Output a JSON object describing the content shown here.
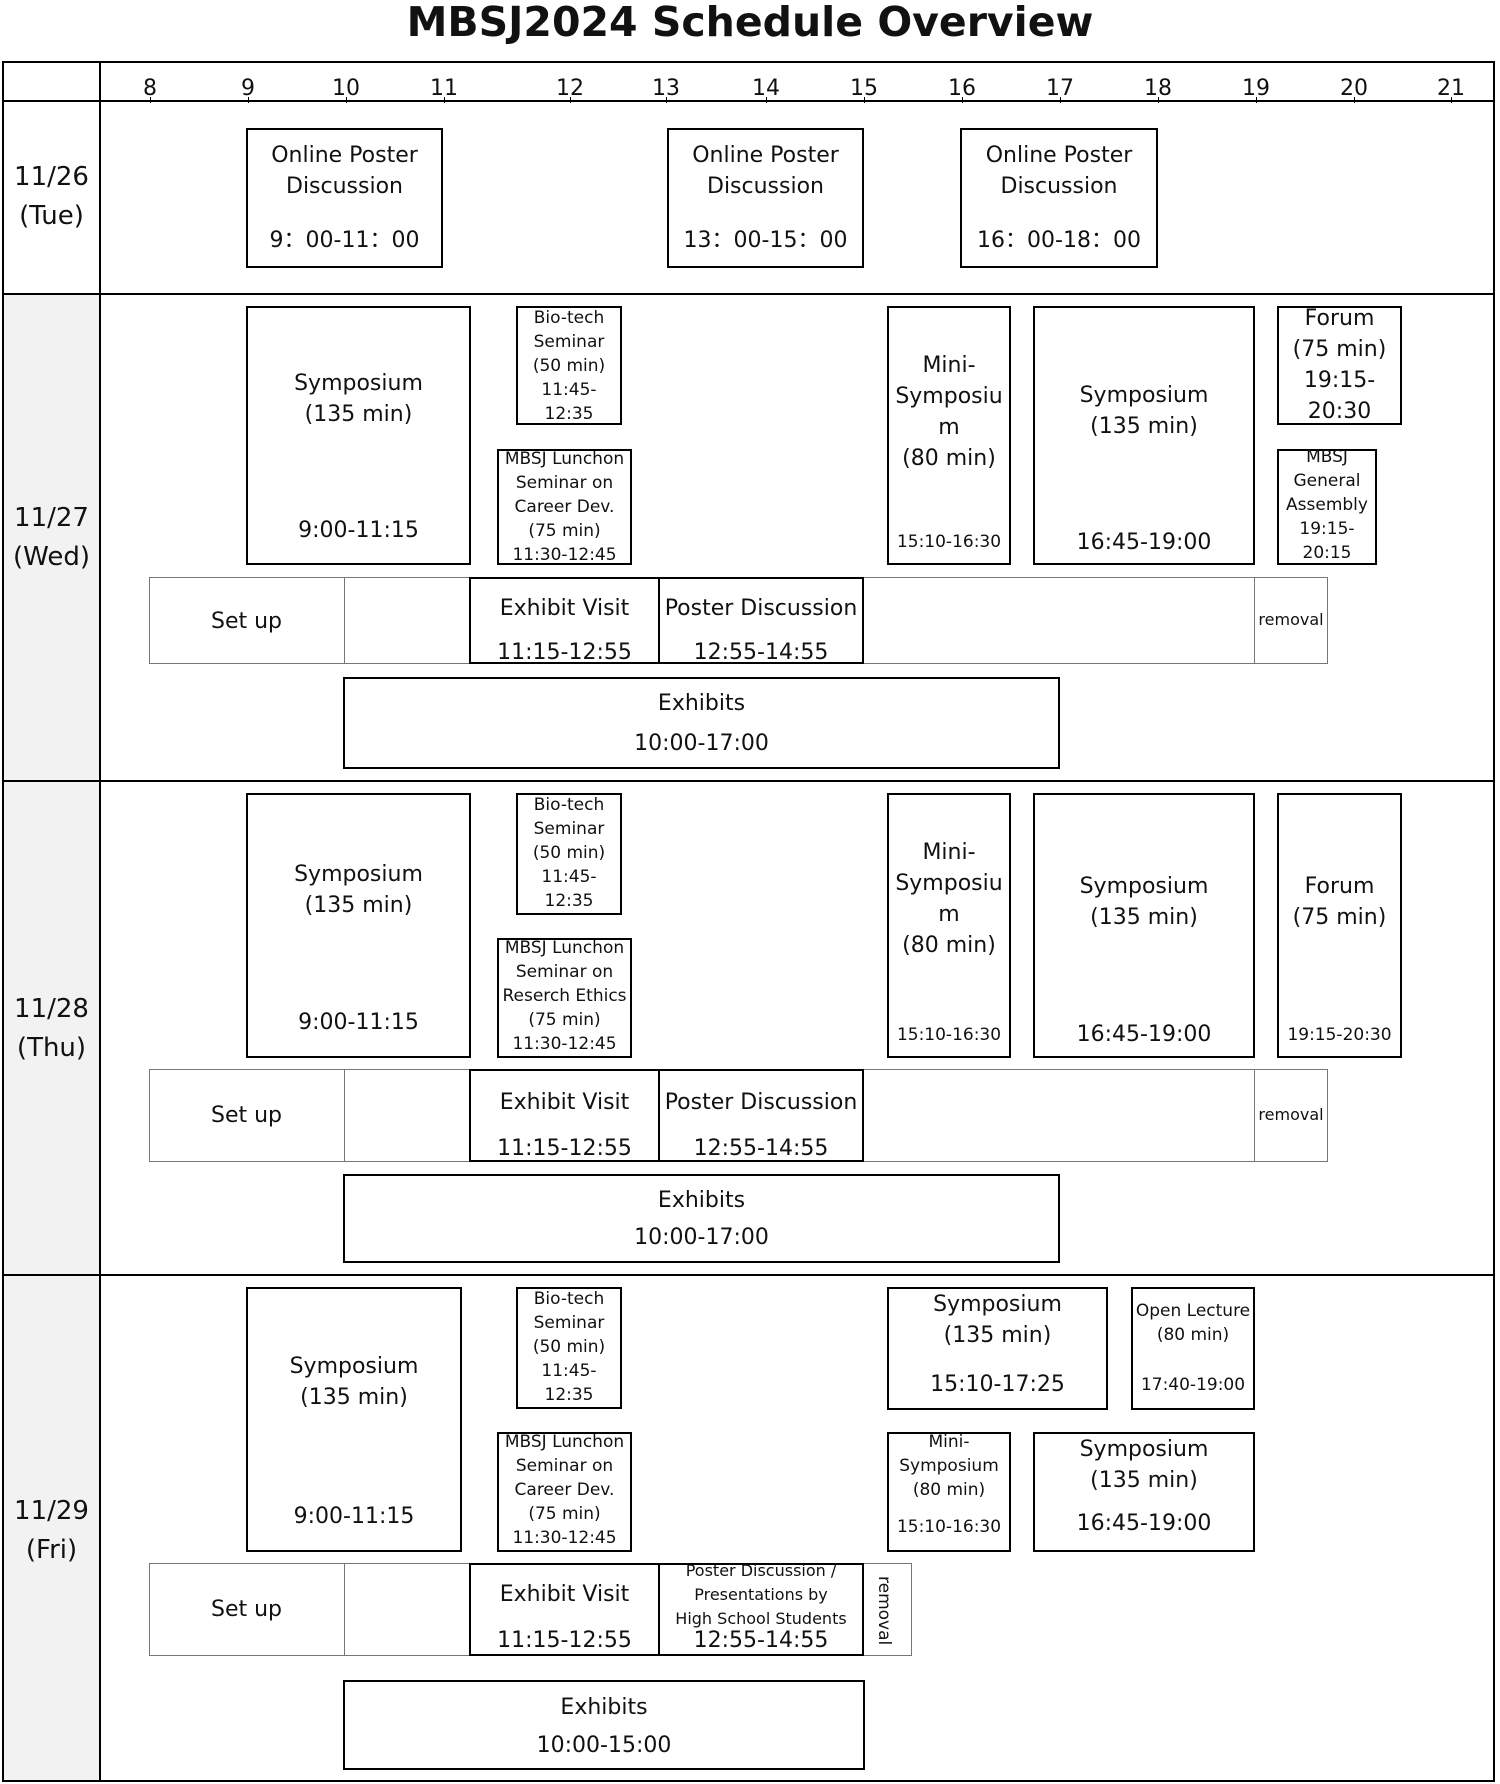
{
  "title": "MBSJ2024 Schedule Overview",
  "hours": [
    "8",
    "9",
    "10",
    "11",
    "12",
    "13",
    "14",
    "15",
    "16",
    "17",
    "18",
    "19",
    "20",
    "21"
  ],
  "days": [
    {
      "date": "11/26",
      "weekday": "(Tue)"
    },
    {
      "date": "11/27",
      "weekday": "(Wed)"
    },
    {
      "date": "11/28",
      "weekday": "(Thu)"
    },
    {
      "date": "11/29",
      "weekday": "(Fri)"
    }
  ],
  "tue": {
    "online_poster_1": {
      "name": "Online Poster\nDiscussion",
      "time": "9：00-11：00"
    },
    "online_poster_2": {
      "name": "Online Poster\nDiscussion",
      "time": "13：00-15：00"
    },
    "online_poster_3": {
      "name": "Online Poster\nDiscussion",
      "time": "16：00-18：00"
    }
  },
  "wed": {
    "symposium_am": {
      "name": "Symposium\n(135 min)",
      "time": "9:00-11:15"
    },
    "biotech": {
      "name": "Bio-tech\nSeminar\n(50 min)\n11:45-\n12:35"
    },
    "lunchon": {
      "name": "MBSJ Lunchon\nSeminar on\nCareer Dev.\n(75 min)\n11:30-12:45"
    },
    "mini_symposium": {
      "name": "Mini-\nSymposiu\nm\n(80 min)",
      "time": "15:10-16:30"
    },
    "symposium_pm": {
      "name": "Symposium\n(135 min)",
      "time": "16:45-19:00"
    },
    "forum": {
      "name": "Forum\n(75 min)\n19:15-\n20:30"
    },
    "assembly": {
      "name": "MBSJ\nGeneral\nAssembly\n19:15-\n20:15"
    },
    "setup": "Set up",
    "exhibit_visit": {
      "name": "Exhibit Visit",
      "time": "11:15-12:55"
    },
    "poster_discussion": {
      "name": "Poster Discussion",
      "time": "12:55-14:55"
    },
    "removal": "removal",
    "exhibits": {
      "name": "Exhibits",
      "time": "10:00-17:00"
    }
  },
  "thu": {
    "symposium_am": {
      "name": "Symposium\n(135 min)",
      "time": "9:00-11:15"
    },
    "biotech": {
      "name": "Bio-tech\nSeminar\n(50 min)\n11:45-\n12:35"
    },
    "lunchon": {
      "name": "MBSJ Lunchon\nSeminar on\nReserch Ethics\n(75 min)\n11:30-12:45"
    },
    "mini_symposium": {
      "name": "Mini-\nSymposiu\nm\n(80 min)",
      "time": "15:10-16:30"
    },
    "symposium_pm": {
      "name": "Symposium\n(135 min)",
      "time": "16:45-19:00"
    },
    "forum": {
      "name": "Forum\n(75 min)",
      "time": "19:15-20:30"
    },
    "setup": "Set up",
    "exhibit_visit": {
      "name": "Exhibit Visit",
      "time": "11:15-12:55"
    },
    "poster_discussion": {
      "name": "Poster Discussion",
      "time": "12:55-14:55"
    },
    "removal": "removal",
    "exhibits": {
      "name": "Exhibits",
      "time": "10:00-17:00"
    }
  },
  "fri": {
    "symposium_am": {
      "name": "Symposium\n(135 min)",
      "time": "9:00-11:15"
    },
    "biotech": {
      "name": "Bio-tech\nSeminar\n(50 min)\n11:45-\n12:35"
    },
    "lunchon": {
      "name": "MBSJ Lunchon\nSeminar on\nCareer Dev.\n(75 min)\n11:30-12:45"
    },
    "symposium_mid": {
      "name": "Symposium\n(135 min)",
      "time": "15:10-17:25"
    },
    "open_lecture": {
      "name": "Open Lecture\n(80 min)",
      "time": "17:40-19:00"
    },
    "mini_symposium": {
      "name": "Mini-\nSymposium\n(80 min)",
      "time": "15:10-16:30"
    },
    "symposium_pm": {
      "name": "Symposium\n(135 min)",
      "time": "16:45-19:00"
    },
    "setup": "Set up",
    "exhibit_visit": {
      "name": "Exhibit Visit",
      "time": "11:15-12:55"
    },
    "poster_discussion": {
      "name": "Poster Discussion /\nPresentations by\nHigh School Students",
      "time": "12:55-14:55"
    },
    "removal": "removal",
    "exhibits": {
      "name": "Exhibits",
      "time": "10:00-15:00"
    }
  }
}
